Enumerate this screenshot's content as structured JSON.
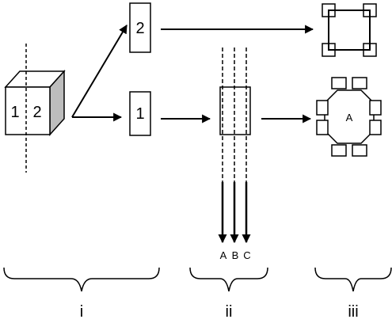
{
  "cube": {
    "left_label": "1",
    "right_label": "2"
  },
  "box_top": {
    "label": "2"
  },
  "box_mid": {
    "label": "1"
  },
  "beams": {
    "a": "A",
    "b": "B",
    "c": "C"
  },
  "ring": {
    "center_label": "A"
  },
  "sections": {
    "i": "i",
    "ii": "ii",
    "iii": "iii"
  }
}
